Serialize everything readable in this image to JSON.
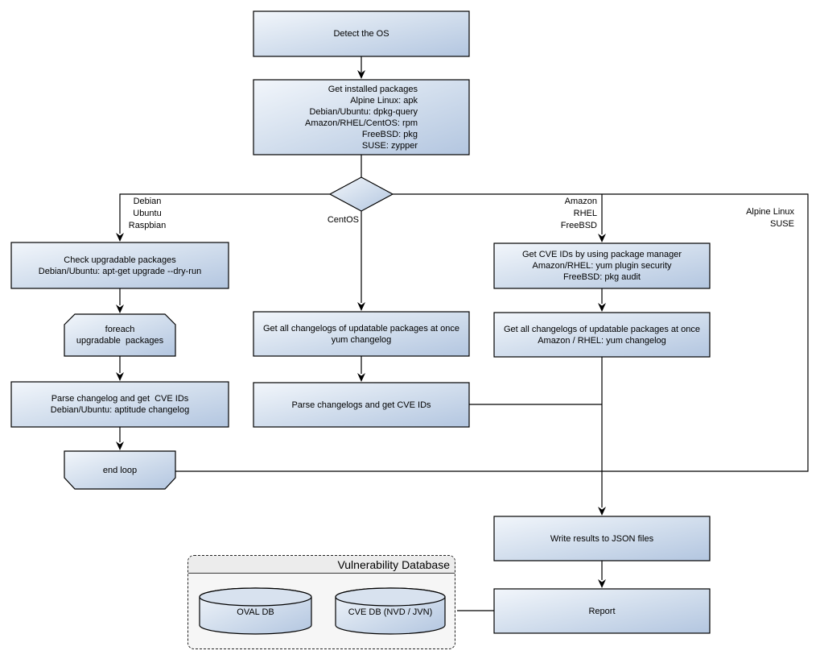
{
  "diagram": {
    "nodes": {
      "detect_os": "Detect the OS",
      "get_installed_packages": "Get installed packages\nAlpine Linux: apk\nDebian/Ubuntu: dpkg-query\nAmazon/RHEL/CentOS: rpm\nFreeBSD: pkg\nSUSE: zypper",
      "check_upgradable": "Check upgradable packages\nDebian/Ubuntu: apt-get upgrade --dry-run",
      "foreach_loop": "foreach\nupgradable  packages",
      "parse_changelog_debian": "Parse changelog and get  CVE IDs\nDebian/Ubuntu: aptitude changelog",
      "end_loop": "end loop",
      "get_changelogs_centos": "Get all changelogs of updatable packages at once\nyum changelog",
      "parse_changelogs_centos": "Parse changelogs and get CVE IDs",
      "get_cve_ids_package_manager": "Get CVE IDs by using package manager\nAmazon/RHEL: yum plugin security\nFreeBSD: pkg audit",
      "get_changelogs_amazon": "Get all changelogs of updatable packages at once\nAmazon / RHEL: yum changelog",
      "write_results": "Write results to JSON files",
      "report": "Report"
    },
    "branch_labels": {
      "debian_branch": "Debian\nUbuntu\nRaspbian",
      "centos_branch": "CentOS",
      "amazon_branch": "Amazon\nRHEL\nFreeBSD",
      "alpine_branch": "Alpine Linux\nSUSE"
    },
    "database": {
      "title": "Vulnerability Database",
      "oval_db": "OVAL DB",
      "cve_db": "CVE DB (NVD / JVN)"
    },
    "colors": {
      "node_gradient_light": "#f2f6fb",
      "node_gradient_mid": "#d2deed",
      "node_gradient_dark": "#b3c6e0",
      "cylinder_top": "#d8e2ef",
      "shape_border": "#000000",
      "connector": "#000000",
      "db_container_fill": "#f6f6f6",
      "db_header_fill": "#ececec"
    }
  }
}
